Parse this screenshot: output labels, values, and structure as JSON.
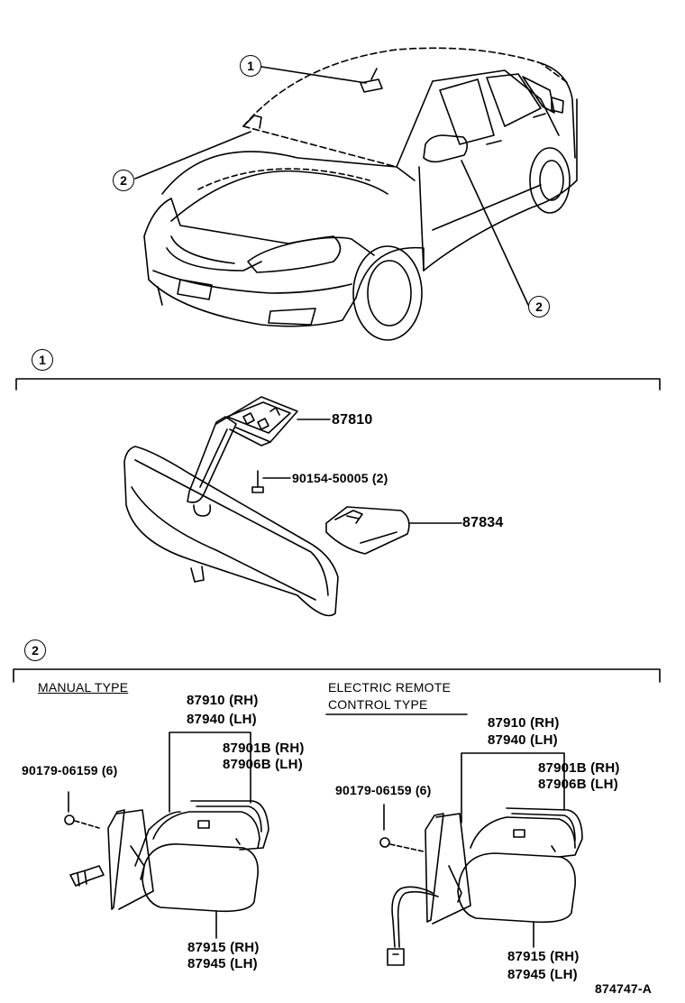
{
  "callouts": {
    "section1": "1",
    "section2": "2"
  },
  "mirror_inner": {
    "bracket": "87810",
    "screw": "90154-50005 (2)",
    "cover": "87834"
  },
  "manual_type": {
    "title": "MANUAL TYPE",
    "assy_rh": "87910 (RH)",
    "assy_lh": "87940 (LH)",
    "cover_rh": "87901B (RH)",
    "cover_lh": "87906B (LH)",
    "screw": "90179-06159 (6)",
    "glass_rh": "87915 (RH)",
    "glass_lh": "87945 (LH)"
  },
  "electric_type": {
    "title_line1": "ELECTRIC REMOTE",
    "title_line2": "CONTROL TYPE",
    "assy_rh": "87910 (RH)",
    "assy_lh": "87940 (LH)",
    "cover_rh": "87901B (RH)",
    "cover_lh": "87906B (LH)",
    "screw": "90179-06159 (6)",
    "glass_rh": "87915 (RH)",
    "glass_lh": "87945 (LH)"
  },
  "figure_id": "874747-A"
}
